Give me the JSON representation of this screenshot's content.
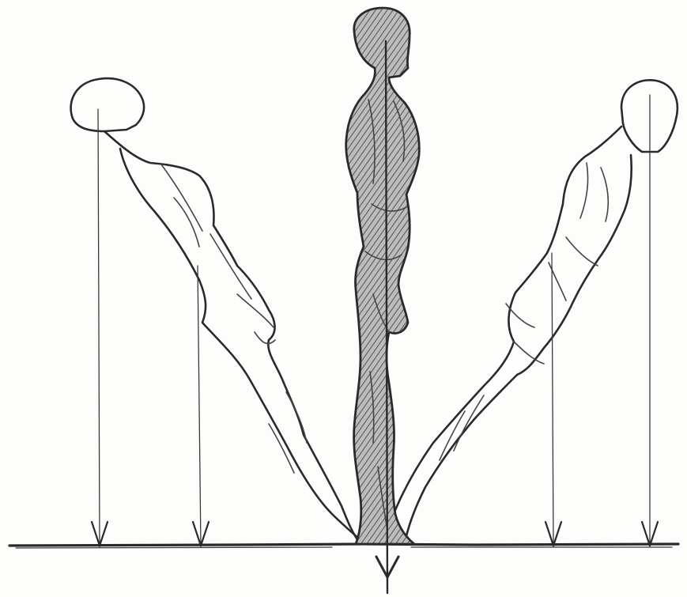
{
  "figure": {
    "subject": "three-figures-balance-gravity-sketch",
    "colors": {
      "ink": "#2a2a2a",
      "paper": "#fdfdfc",
      "hatch": "#6b6b6b"
    },
    "figures": [
      {
        "name": "figure-leaning-left",
        "pose": "lean-left"
      },
      {
        "name": "figure-standing-center",
        "pose": "upright",
        "shaded": true
      },
      {
        "name": "figure-leaning-right",
        "pose": "lean-right"
      }
    ],
    "gravity_arrows": 5,
    "ground_line": true
  }
}
